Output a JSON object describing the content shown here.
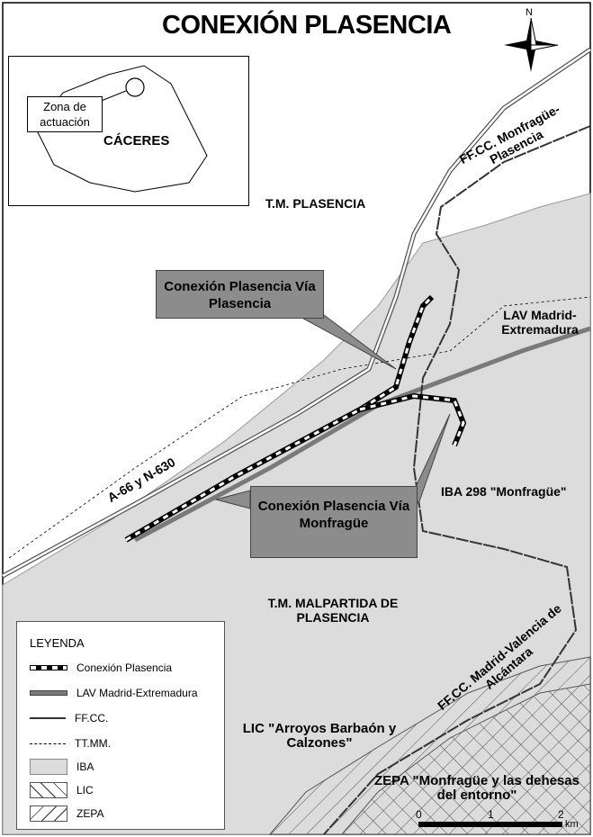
{
  "title": "CONEXIÓN PLASENCIA",
  "north_label": "N",
  "inset": {
    "zone_label": "Zona de actuación",
    "province_label": "CÁCERES"
  },
  "labels": {
    "tm_plasencia": "T.M. PLASENCIA",
    "ffcc_monfrague_plasencia": "FF.CC. Monfragüe-Plasencia",
    "lav": "LAV Madrid-Extremadura",
    "iba": "IBA 298 \"Monfragüe\"",
    "a66": "A-66 y N-630",
    "tm_malpartida": "T.M. MALPARTIDA DE PLASENCIA",
    "ffcc_madrid_valencia": "FF.CC. Madrid-Valencia de Alcántara",
    "lic": "LIC \"Arroyos Barbaón y Calzones\"",
    "zepa": "ZEPA \"Monfragüe y las dehesas del entorno\""
  },
  "callouts": {
    "via_plasencia": "Conexión Plasencia Vía Plasencia",
    "via_monfrague": "Conexión Plasencia Vía Monfragüe"
  },
  "legend": {
    "title": "LEYENDA",
    "items": [
      {
        "label": "Conexión Plasencia"
      },
      {
        "label": "LAV Madrid-Extremadura"
      },
      {
        "label": "FF.CC."
      },
      {
        "label": "TT.MM."
      },
      {
        "label": "IBA"
      },
      {
        "label": "LIC"
      },
      {
        "label": "ZEPA"
      }
    ]
  },
  "scale": {
    "ticks": [
      "0",
      "1",
      "2"
    ],
    "unit": "km"
  },
  "colors": {
    "iba": "#dcdcdc",
    "lav": "#7a7a7a",
    "callout": "#8c8c8c"
  }
}
